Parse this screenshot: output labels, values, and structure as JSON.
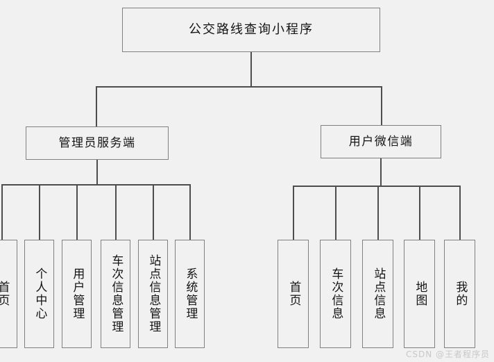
{
  "diagram": {
    "type": "org-chart",
    "background_color": "#f1f1f1",
    "box_border_color": "#808080",
    "line_color": "#4d4d4d",
    "root": {
      "label": "公交路线查询小程序"
    },
    "branches": [
      {
        "label": "管理员服务端",
        "children": [
          {
            "label": "首页"
          },
          {
            "label": "个人中心"
          },
          {
            "label": "用户管理"
          },
          {
            "label": "车次信息管理"
          },
          {
            "label": "站点信息管理"
          },
          {
            "label": "系统管理"
          }
        ]
      },
      {
        "label": "用户微信端",
        "children": [
          {
            "label": "首页"
          },
          {
            "label": "车次信息"
          },
          {
            "label": "站点信息"
          },
          {
            "label": "地图"
          },
          {
            "label": "我的"
          }
        ]
      }
    ]
  },
  "watermark": {
    "text": "CSDN @王者程序员"
  }
}
